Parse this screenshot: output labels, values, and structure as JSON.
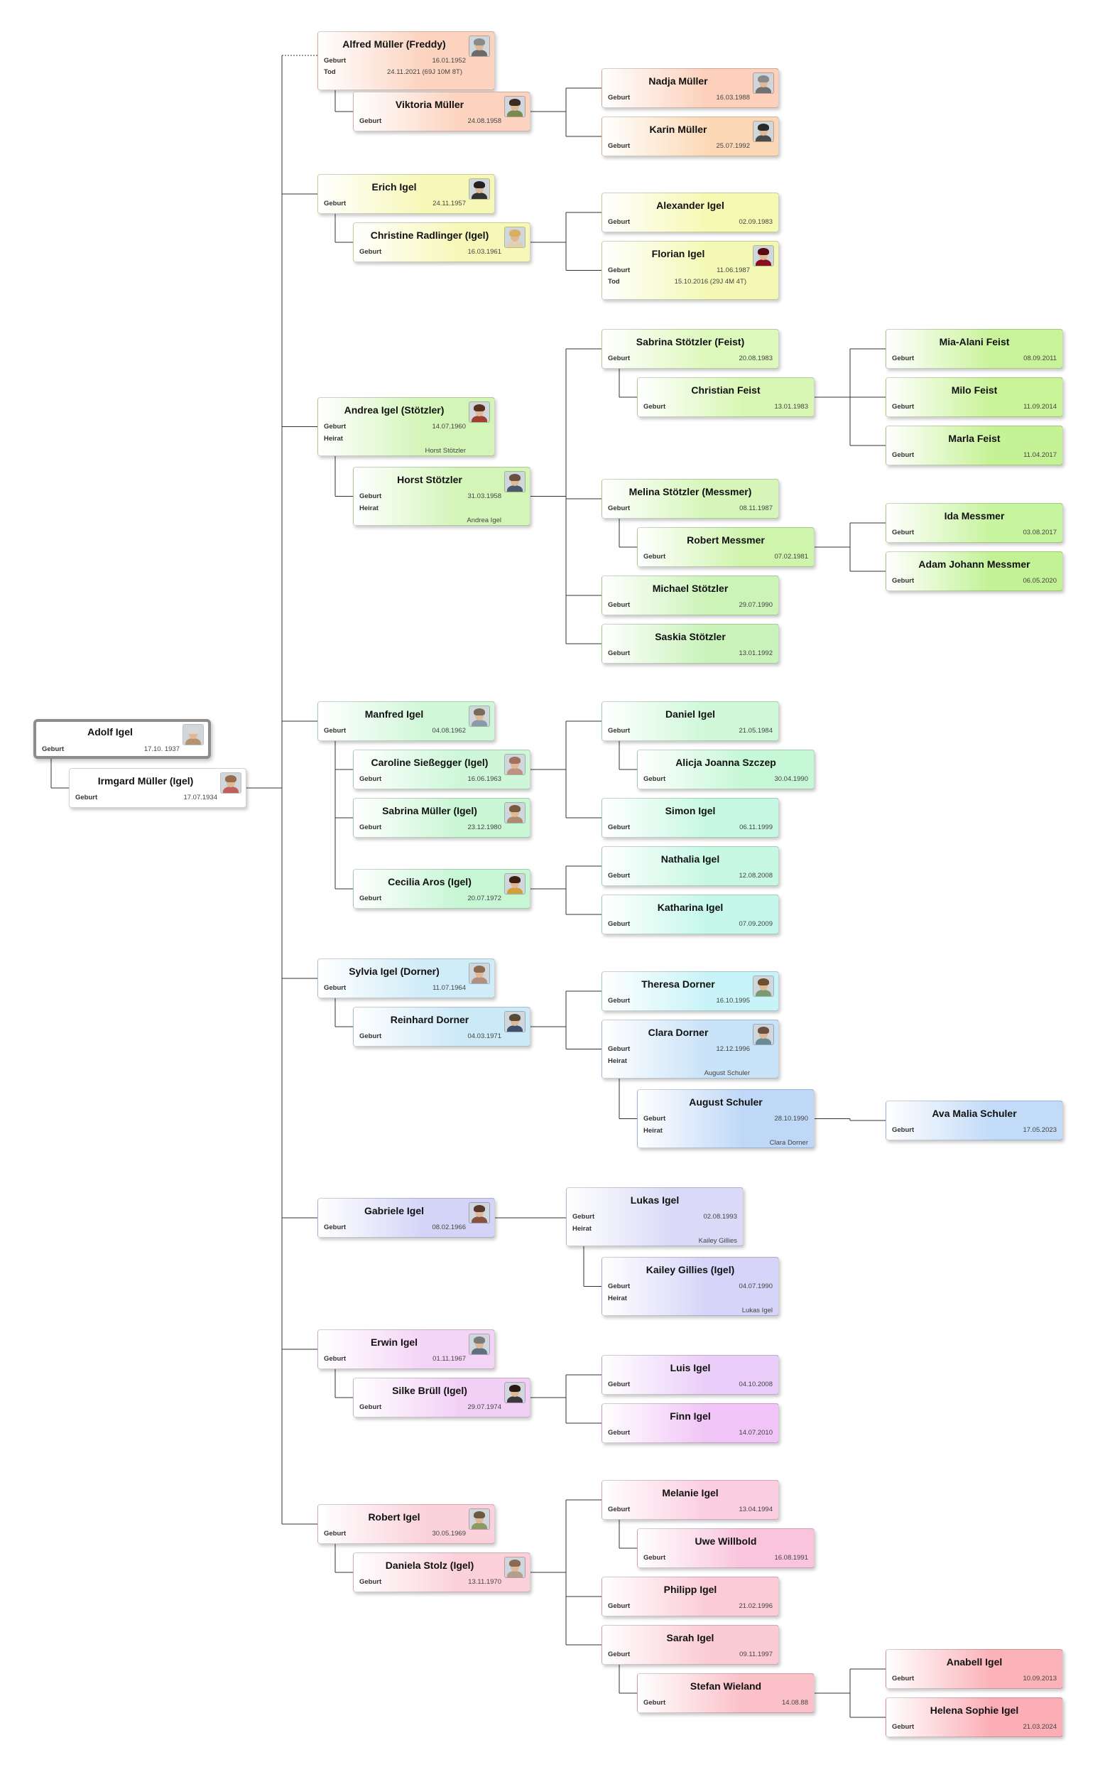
{
  "tree": {
    "labels": {
      "birth": "Geburt",
      "death": "Tod",
      "marriage": "Heirat"
    },
    "people": [
      {
        "id": "adolf",
        "name": "Adolf Igel",
        "birth": "17.10. 1937",
        "photo": true,
        "root": true,
        "bg": "#ffffff",
        "hair": "#d8d8d8",
        "shirt": "#b49470"
      },
      {
        "id": "irmgard",
        "name": "Irmgard Müller (Igel)",
        "birth": "17.07.1934",
        "photo": true,
        "bg": "#ffffff",
        "hair": "#9a6b4a",
        "shirt": "#c0605a"
      },
      {
        "id": "alfred",
        "name": "Alfred Müller (Freddy)",
        "birth": "16.01.1952",
        "death": "24.11.2021 (69J 10M 8T)",
        "photo": true,
        "bg": "#fcd3bf",
        "hair": "#8a8a8a",
        "shirt": "#6a6a6a"
      },
      {
        "id": "viktoria",
        "name": "Viktoria Müller",
        "birth": "24.08.1958",
        "photo": true,
        "bg": "#fcd3bf",
        "hair": "#3a2a20",
        "shirt": "#7a8a50"
      },
      {
        "id": "nadja",
        "name": "Nadja Müller",
        "birth": "16.03.1988",
        "photo": true,
        "bg": "#fcd0ba",
        "hair": "#8a8a8a",
        "shirt": "#707070"
      },
      {
        "id": "karin",
        "name": "Karin Müller",
        "birth": "25.07.1992",
        "photo": true,
        "bg": "#fcd8b6",
        "hair": "#2a2a2a",
        "shirt": "#4a4a4a"
      },
      {
        "id": "erich",
        "name": "Erich Igel",
        "birth": "24.11.1957",
        "photo": true,
        "bg": "#f7f8b8",
        "hair": "#222222",
        "shirt": "#333333"
      },
      {
        "id": "christine",
        "name": "Christine Radlinger (Igel)",
        "birth": "16.03.1961",
        "photo": true,
        "bg": "#f7f8b8",
        "hair": "#d8b060",
        "shirt": "#e0d0b0"
      },
      {
        "id": "alexander",
        "name": "Alexander Igel",
        "birth": "02.09.1983",
        "bg": "#f6f9b2"
      },
      {
        "id": "florian",
        "name": "Florian Igel",
        "birth": "11.06.1987",
        "death": "15.10.2016 (29J 4M 4T)",
        "photo": true,
        "bg": "#f3f9b4",
        "hair": "#5a0a14",
        "shirt": "#8a1020"
      },
      {
        "id": "andrea",
        "name": "Andrea Igel (Stötzler)",
        "birth": "14.07.1960",
        "marriage": "Horst Stötzler",
        "photo": true,
        "bg": "#d3f5b8",
        "hair": "#5a3020",
        "shirt": "#a04030"
      },
      {
        "id": "horst",
        "name": "Horst Stötzler",
        "birth": "31.03.1958",
        "marriage": "Andrea Igel",
        "photo": true,
        "bg": "#d3f5b8",
        "hair": "#6a5040",
        "shirt": "#4a5a6a"
      },
      {
        "id": "sabrina_s",
        "name": "Sabrina Stötzler (Feist)",
        "birth": "20.08.1983",
        "bg": "#ddf8bb"
      },
      {
        "id": "christian",
        "name": "Christian Feist",
        "birth": "13.01.1983",
        "bg": "#d8f7b4"
      },
      {
        "id": "mia",
        "name": "Mia-Alani Feist",
        "birth": "08.09.2011",
        "bg": "#c9f39a"
      },
      {
        "id": "milo",
        "name": "Milo Feist",
        "birth": "11.09.2014",
        "bg": "#c8f397"
      },
      {
        "id": "marla",
        "name": "Marla Feist",
        "birth": "11.04.2017",
        "bg": "#c6f296"
      },
      {
        "id": "melina",
        "name": "Melina Stötzler (Messmer)",
        "birth": "08.11.1987",
        "bg": "#d5f6b8"
      },
      {
        "id": "robert_m",
        "name": "Robert Messmer",
        "birth": "07.02.1981",
        "bg": "#cff4ac"
      },
      {
        "id": "ida",
        "name": "Ida Messmer",
        "birth": "03.08.2017",
        "bg": "#c7f49e"
      },
      {
        "id": "adam",
        "name": "Adam Johann Messmer",
        "birth": "06.05.2020",
        "bg": "#c2f295"
      },
      {
        "id": "michael",
        "name": "Michael Stötzler",
        "birth": "29.07.1990",
        "bg": "#ccf3b8"
      },
      {
        "id": "saskia",
        "name": "Saskia Stötzler",
        "birth": "13.01.1992",
        "bg": "#c9f3ba"
      },
      {
        "id": "manfred",
        "name": "Manfred Igel",
        "birth": "04.08.1962",
        "photo": true,
        "bg": "#d0f7d8",
        "hair": "#7a6a5a",
        "shirt": "#8a9aa8"
      },
      {
        "id": "caroline",
        "name": "Caroline Sießegger (Igel)",
        "birth": "16.06.1963",
        "photo": true,
        "bg": "#cdf7d8",
        "hair": "#a07060",
        "shirt": "#c09080"
      },
      {
        "id": "sabrina_m",
        "name": "Sabrina Müller (Igel)",
        "birth": "23.12.1980",
        "photo": true,
        "bg": "#c9f6d4",
        "hair": "#7a5a40",
        "shirt": "#b08a70"
      },
      {
        "id": "cecilia",
        "name": "Cecilia Aros (Igel)",
        "birth": "20.07.1972",
        "photo": true,
        "bg": "#c6f6d4",
        "hair": "#3a2010",
        "shirt": "#d0a040"
      },
      {
        "id": "daniel",
        "name": "Daniel Igel",
        "birth": "21.05.1984",
        "bg": "#cef8d8"
      },
      {
        "id": "alicja",
        "name": "Alicja Joanna Szczep",
        "birth": "30.04.1990",
        "bg": "#c6f7d6"
      },
      {
        "id": "simon",
        "name": "Simon Igel",
        "birth": "06.11.1999",
        "bg": "#c6f8e3"
      },
      {
        "id": "nathalia",
        "name": "Nathalia Igel",
        "birth": "12.08.2008",
        "bg": "#c6f8e4"
      },
      {
        "id": "katharina",
        "name": "Katharina Igel",
        "birth": "07.09.2009",
        "bg": "#c5f8ea"
      },
      {
        "id": "sylvia",
        "name": "Sylvia Igel (Dorner)",
        "birth": "11.07.1964",
        "photo": true,
        "bg": "#d0ecf8",
        "hair": "#8a6a50",
        "shirt": "#b09080"
      },
      {
        "id": "reinhard",
        "name": "Reinhard Dorner",
        "birth": "04.03.1971",
        "photo": true,
        "bg": "#cce9f8",
        "hair": "#5a4a3a",
        "shirt": "#40506a"
      },
      {
        "id": "theresa",
        "name": "Theresa Dorner",
        "birth": "16.10.1995",
        "photo": true,
        "bg": "#c8f3f8",
        "hair": "#6a5030",
        "shirt": "#7a9a70"
      },
      {
        "id": "clara",
        "name": "Clara Dorner",
        "birth": "12.12.1996",
        "marriage": "August Schuler",
        "photo": true,
        "bg": "#c8e2f8",
        "hair": "#6a5040",
        "shirt": "#6a8a9a"
      },
      {
        "id": "august",
        "name": "August Schuler",
        "birth": "28.10.1990",
        "marriage": "Clara Dorner",
        "bg": "#bfd8f8"
      },
      {
        "id": "ava",
        "name": "Ava Malia Schuler",
        "birth": "17.05.2023",
        "bg": "#c2dbf8"
      },
      {
        "id": "gabriele",
        "name": "Gabriele Igel",
        "birth": "08.02.1966",
        "photo": true,
        "bg": "#d4d4f8",
        "hair": "#5a3a30",
        "shirt": "#8a5040"
      },
      {
        "id": "lukas",
        "name": "Lukas Igel",
        "birth": "02.08.1993",
        "marriage": "Kailey Gillies",
        "bg": "#dadaf8"
      },
      {
        "id": "kailey",
        "name": "Kailey Gillies (Igel)",
        "birth": "04.07.1990",
        "marriage": "Lukas Igel",
        "bg": "#d6d4f8"
      },
      {
        "id": "erwin",
        "name": "Erwin Igel",
        "birth": "01.11.1967",
        "photo": true,
        "bg": "#f4d4f6",
        "hair": "#7a7a7a",
        "shirt": "#607080"
      },
      {
        "id": "silke",
        "name": "Silke Brüll (Igel)",
        "birth": "29.07.1974",
        "photo": true,
        "bg": "#f2d0f6",
        "hair": "#2a1a10",
        "shirt": "#3a3a3a"
      },
      {
        "id": "luis",
        "name": "Luis Igel",
        "birth": "04.10.2008",
        "bg": "#eacdf8"
      },
      {
        "id": "finn",
        "name": "Finn Igel",
        "birth": "14.07.2010",
        "bg": "#f0c4f6"
      },
      {
        "id": "robert",
        "name": "Robert Igel",
        "birth": "30.05.1969",
        "photo": true,
        "bg": "#fbd2dc",
        "hair": "#6a5a40",
        "shirt": "#8a9a60"
      },
      {
        "id": "daniela",
        "name": "Daniela Stolz (Igel)",
        "birth": "13.11.1970",
        "photo": true,
        "bg": "#fbd0da",
        "hair": "#8a6a50",
        "shirt": "#b0a090"
      },
      {
        "id": "melanie",
        "name": "Melanie Igel",
        "birth": "13.04.1994",
        "bg": "#fbcde0"
      },
      {
        "id": "uwe",
        "name": "Uwe Willbold",
        "birth": "16.08.1991",
        "bg": "#f9c4dc"
      },
      {
        "id": "philipp",
        "name": "Philipp Igel",
        "birth": "21.02.1996",
        "bg": "#fbcbd8"
      },
      {
        "id": "sarah",
        "name": "Sarah Igel",
        "birth": "09.11.1997",
        "bg": "#fbcbd3"
      },
      {
        "id": "stefan",
        "name": "Stefan Wieland",
        "birth": "14.08.88",
        "bg": "#fbc0c8"
      },
      {
        "id": "anabell",
        "name": "Anabell Igel",
        "birth": "10.09.2013",
        "bg": "#fbb2b8"
      },
      {
        "id": "helena",
        "name": "Helena Sophie Igel",
        "birth": "21.03.2024",
        "bg": "#fbaeb6"
      }
    ]
  }
}
